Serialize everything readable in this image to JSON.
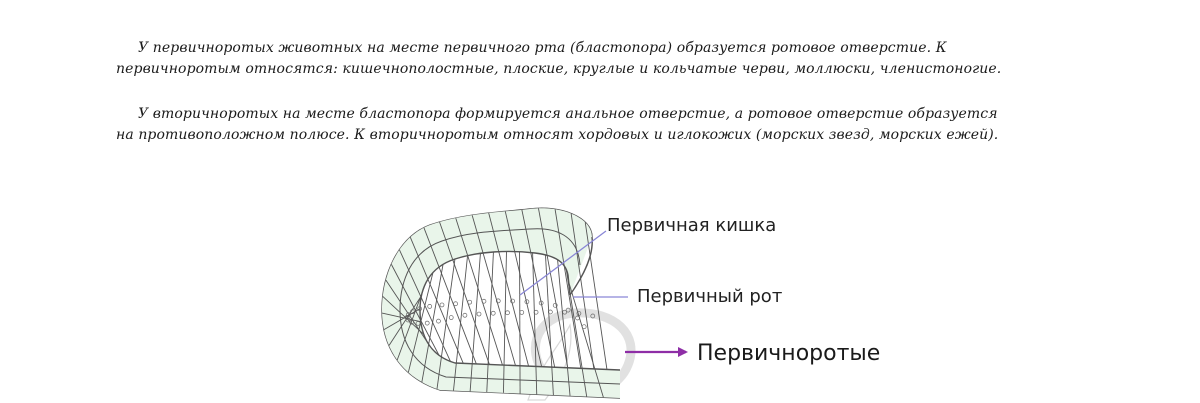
{
  "text": {
    "paragraph1": {
      "line1": "У первичноротых животных на месте первичного рта (бластопора) образуется ротовое отверстие. К",
      "line2": "первичноротым относятся: кишечнополостные, плоские, круглые и кольчатые черви, моллюски, членистоногие."
    },
    "paragraph2": {
      "line1": "У вторичноротых на месте бластопора формируется анальное отверстие, а ротовое отверстие образуется",
      "line2": "на противоположном полюсе. К вторичноротым относят хордовых и иглокожих (морских звезд, морских ежей)."
    }
  },
  "figure": {
    "labels": {
      "primary_gut": "Первичная кишка",
      "primary_mouth": "Первичный рот",
      "protostomes": "Первичноротые"
    },
    "colors": {
      "cell_fill": "#e9f5ea",
      "cell_stroke": "#555555",
      "pointer_line": "#8a87d6",
      "arrow": "#8e2ea6",
      "watermark": "#bdbdbd"
    }
  }
}
